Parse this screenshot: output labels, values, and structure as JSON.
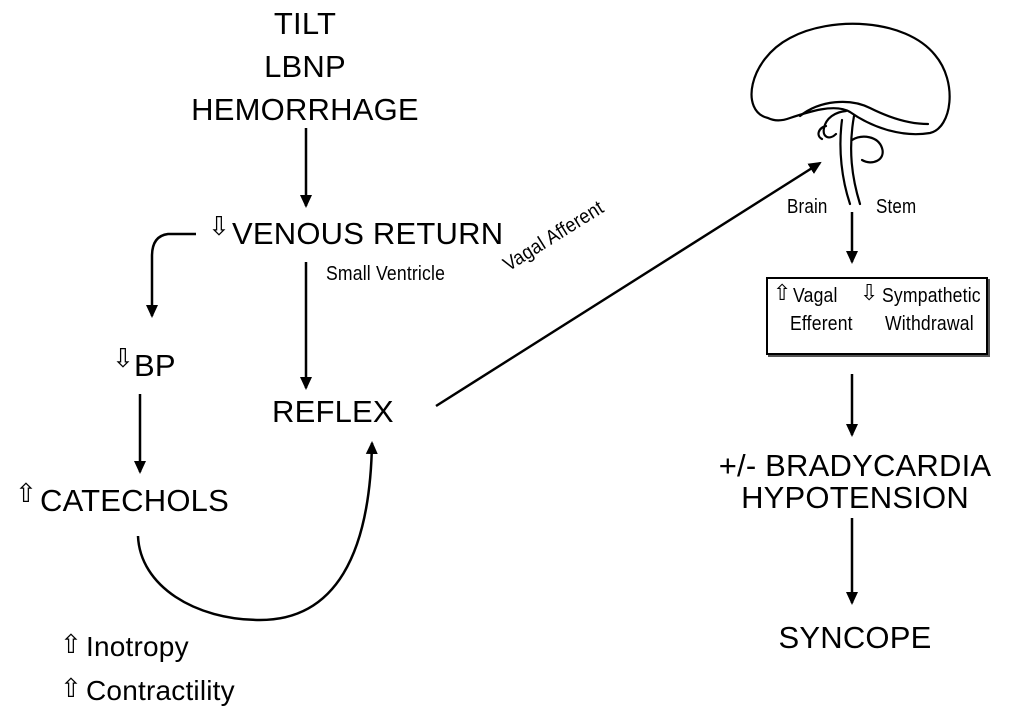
{
  "triggers": [
    "TILT",
    "LBNP",
    "HEMORRHAGE"
  ],
  "venous_return": "VENOUS RETURN",
  "small_ventricle": "Small Ventricle",
  "bp": "BP",
  "reflex": "REFLEX",
  "catechols": "CATECHOLS",
  "inotropy": "Inotropy",
  "contractility": "Contractility",
  "vagal_afferent": "Vagal Afferent",
  "brain": "Brain",
  "stem": "Stem",
  "vagal": "Vagal",
  "efferent": "Efferent",
  "sympathetic": "Sympathetic",
  "withdrawal": "Withdrawal",
  "bradycardia": "+/- BRADYCARDIA",
  "hypotension": "HYPOTENSION",
  "syncope": "SYNCOPE",
  "symbols": {
    "up": "⇧",
    "down": "⇩"
  }
}
